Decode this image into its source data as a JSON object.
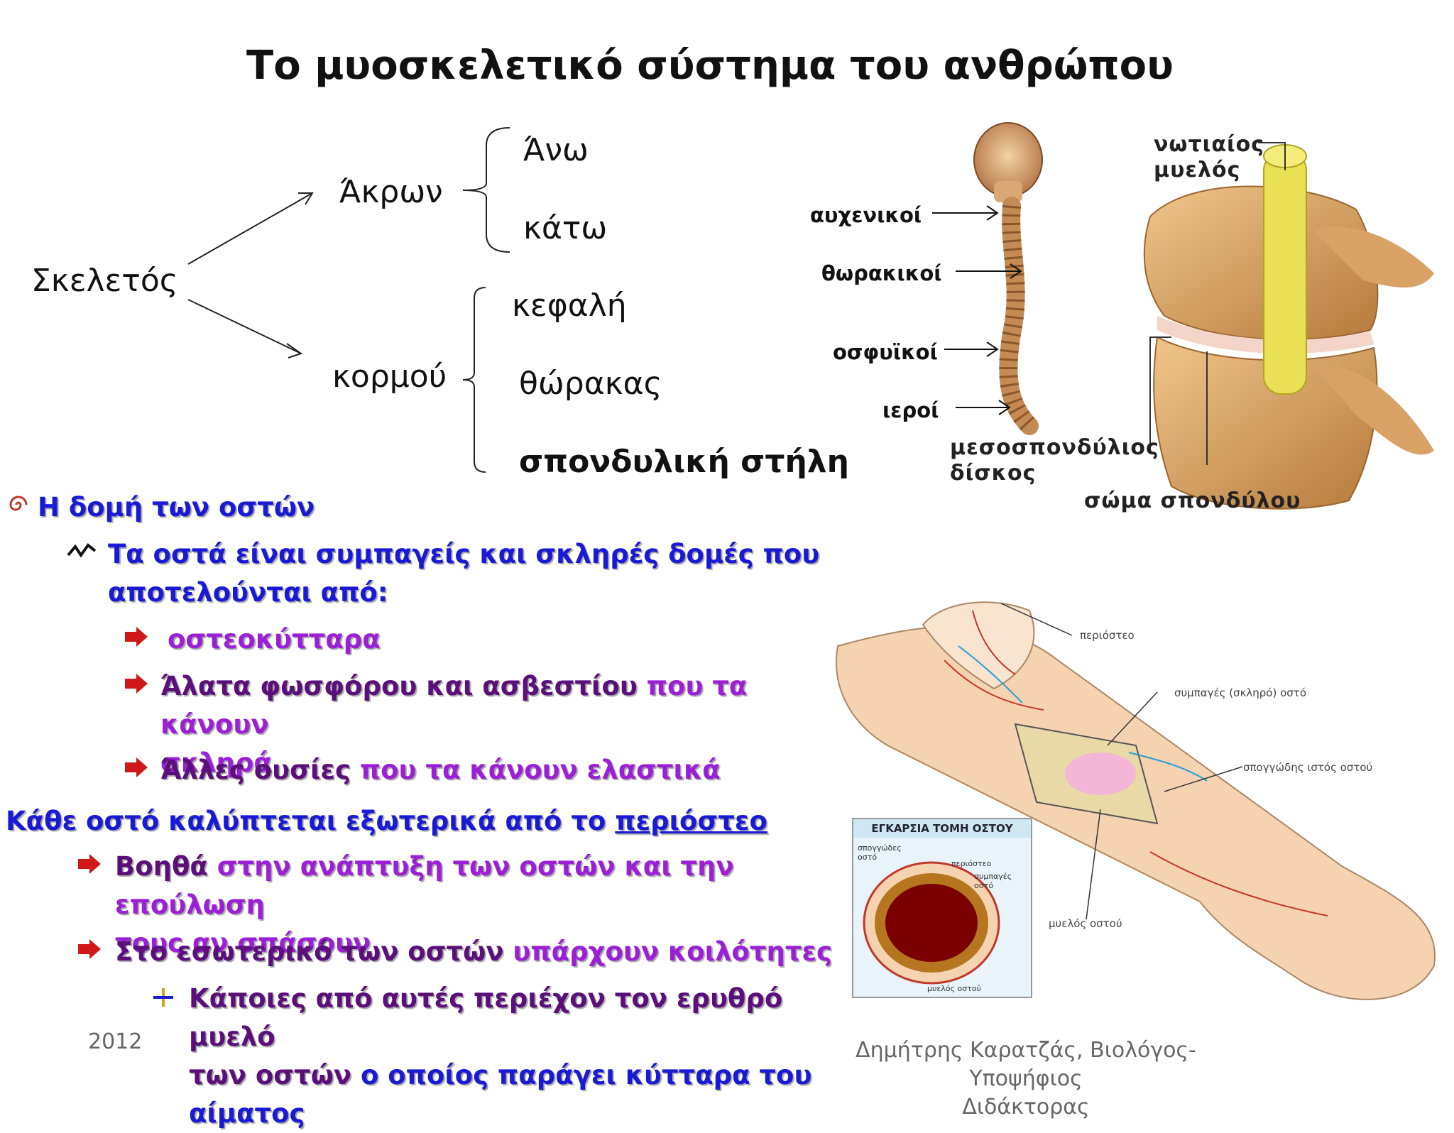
{
  "title": "Το μυοσκελετικό σύστημα του ανθρώπου",
  "tree": {
    "root": "Σκελετός",
    "branch1": "Άκρων",
    "b1_items": [
      "Άνω",
      "κάτω"
    ],
    "branch2": "κορμού",
    "b2_items": [
      "κεφαλή",
      "θώρακας",
      "σπονδυλική στήλη"
    ]
  },
  "spine_labels": [
    "αυχενικοί",
    "θωρακικοί",
    "οσφυϊκοί",
    "ιεροί"
  ],
  "vertebra_labels": {
    "cord": "νωτιαίος\nμυελός",
    "cord_l1": "νωτιαίος",
    "cord_l2": "μυελός",
    "disc_l1": "μεσοσπονδύλιος",
    "disc_l2": "δίσκος",
    "body": "σώμα σπονδύλου"
  },
  "bone_labels": {
    "periosteum": "περιόστεο",
    "compact": "συμπαγές (σκληρό) οστό",
    "spongy": "σπογγώδης ιστός οστού",
    "marrow": "μυελός οστού",
    "cross_title": "ΕΓΚΑΡΣΙΑ ΤΟΜΗ ΟΣΤΟΥ",
    "cross_spongy": "σπογγώδες οστό",
    "cross_periost": "περιόστεο",
    "cross_compact": "συμπαγές οστό",
    "cross_marrow": "μυελός οστού"
  },
  "bullets": {
    "h1": "Η δομή των οστών",
    "p1_l1": "Τα οστά είναι συμπαγείς και σκληρές δομές που",
    "p1_l2": "αποτελούνται από:",
    "s1": "οστεοκύτταρα",
    "s2_a": "Άλατα φωσφόρου και ασβεστίου",
    "s2_b": "που τα κάνουν",
    "s2_c": "σκληρά",
    "s3_a": "Άλλες ουσίες",
    "s3_b": "που τα κάνουν ελαστικά",
    "p2_a": "Κάθε οστό καλύπτεται εξωτερικά από το",
    "p2_b": "περιόστεο",
    "s4_a": "Βοηθά",
    "s4_b": "στην",
    "s4_c": "ανάπτυξη των οστών και την επούλωση",
    "s4_d": "τους αν σπάσουν",
    "s5_a": "Στο εσωτερικό των οστών",
    "s5_b": "υπάρχουν κοιλότητες",
    "s6_a": "Κάποιες από αυτές περιέχον τον ερυθρό μυελό",
    "s6_b": "των οστών",
    "s6_c": "ο οποίος παράγει κύτταρα του",
    "s6_d": "αίματος"
  },
  "footer": {
    "year": "2012",
    "author_l1": "Δημήτρης Καρατζάς, Βιολόγος-Υποψήφιος",
    "author_l2": "Διδάκτορας"
  }
}
